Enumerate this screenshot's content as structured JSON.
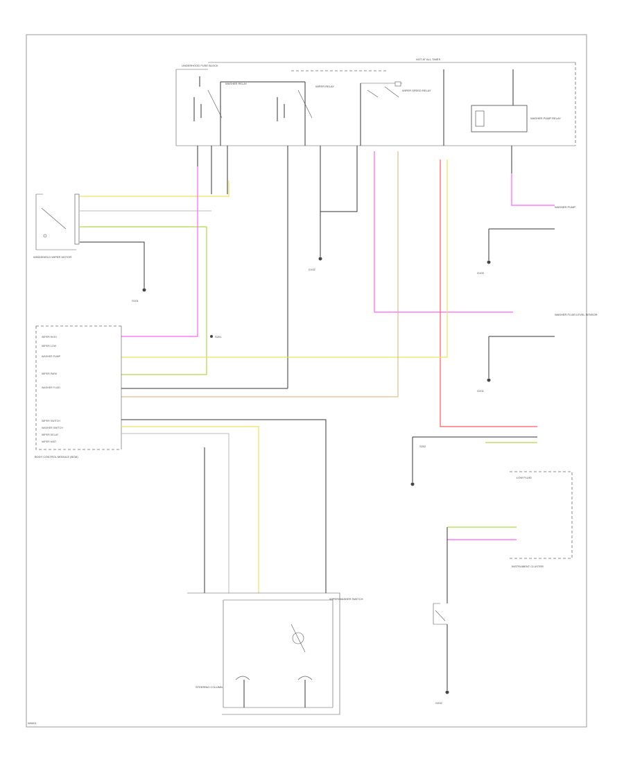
{
  "labels": {
    "fuse_block_top": "UNDERHOOD FUSE BLOCK",
    "hot_at_all_times": "HOT AT ALL TIMES",
    "relay_left_a": "WASHER RELAY",
    "relay_left_b": "WIPER RELAY",
    "relay_speed": "WIPER SPEED RELAY",
    "relay_pump": "WASHER PUMP RELAY",
    "wiper_motor_left": "WINDSHIELD WIPER MOTOR",
    "ground_1": "G101",
    "ground_2": "G102",
    "ground_3": "G103",
    "ground_4": "G201",
    "ground_5": "G202",
    "bcm": "BODY CONTROL MODULE (BCM)",
    "bcm_pins": [
      "WIPER HIGH",
      "WIPER LOW",
      "WASHER PUMP",
      "WIPER PARK",
      "WASHER FLUID",
      "WIPER SWITCH",
      "WASHER SWITCH",
      "WIPER DELAY",
      "WIPER MIST"
    ],
    "splice_1": "S201",
    "splice_2": "S202",
    "washer_pump": "WASHER PUMP",
    "fluid_sensor": "WASHER FLUID LEVEL SENSOR",
    "wiper_switch": "WIPER/WASHER SWITCH",
    "steering_col": "STEERING COLUMN",
    "cluster": "INSTRUMENT CLUSTER",
    "low_fluid": "LOW FLUID",
    "footer": "W0001"
  },
  "colors": {
    "yellow_wire": "#f0e060",
    "green_wire": "#b0d848",
    "pink_wire": "#ff60ff",
    "red_wire": "#ff5a5a",
    "tan_wire": "#d8b070",
    "black_wire": "#333333"
  }
}
